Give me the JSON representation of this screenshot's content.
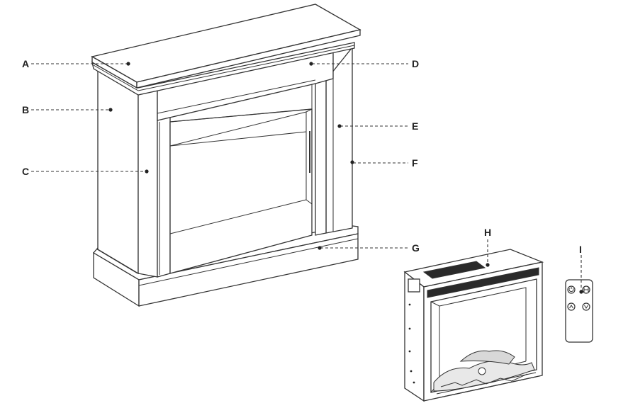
{
  "colors": {
    "line": "#333333",
    "background": "#ffffff",
    "dark_fill": "#2a2a2a"
  },
  "callouts": [
    {
      "letter": "A",
      "part": "mantel-top"
    },
    {
      "letter": "B",
      "part": "left-side-panel"
    },
    {
      "letter": "C",
      "part": "left-front-pillar"
    },
    {
      "letter": "D",
      "part": "front-header-panel"
    },
    {
      "letter": "E",
      "part": "right-front-pillar"
    },
    {
      "letter": "F",
      "part": "right-side-panel"
    },
    {
      "letter": "G",
      "part": "base"
    },
    {
      "letter": "H",
      "part": "electric-insert"
    },
    {
      "letter": "I",
      "part": "remote-control"
    }
  ],
  "icons": {
    "remote_buttons": [
      "power-icon",
      "heater-icon",
      "up-arrow-icon",
      "down-arrow-icon"
    ]
  }
}
